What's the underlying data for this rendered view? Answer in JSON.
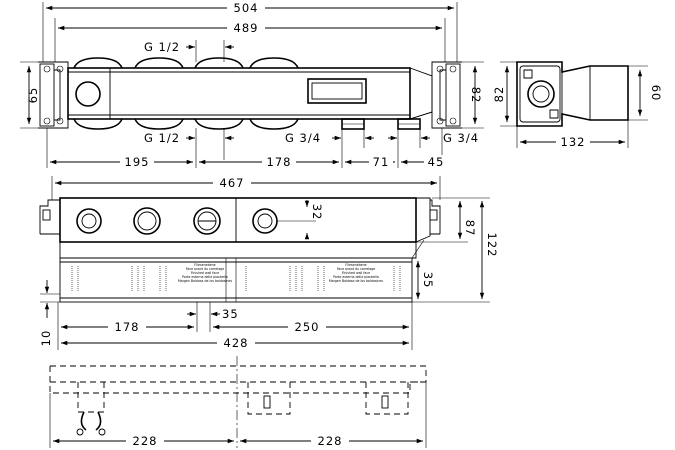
{
  "top_view": {
    "overall_width": "504",
    "frame_width": "489",
    "left_height": "65",
    "right_height": "82",
    "inlet_top": "G 1/2",
    "inlet_bottom": "G 1/2",
    "outlet_left": "G 3/4",
    "outlet_right": "G 3/4",
    "dist_195": "195",
    "dist_178": "178",
    "dist_71": "71",
    "dist_45": "45"
  },
  "side_view": {
    "height": "82",
    "depth": "60",
    "length": "132"
  },
  "front_view": {
    "width": "467",
    "bore": "32",
    "height_87": "87",
    "height_122": "122",
    "height_35": "35",
    "offset_10": "10",
    "dist_178": "178",
    "dist_35": "35",
    "dist_250": "250",
    "total_428": "428",
    "plate_label_1": "Fliesenebene",
    "plate_label_2": "Face avant du carrelage",
    "plate_label_3": "Finished wall face",
    "plate_label_4": "Parte esterna della piastrella",
    "plate_label_5": "Margen Baldosa de los baldosines"
  },
  "bottom_view": {
    "left_half": "228",
    "right_half": "228"
  }
}
